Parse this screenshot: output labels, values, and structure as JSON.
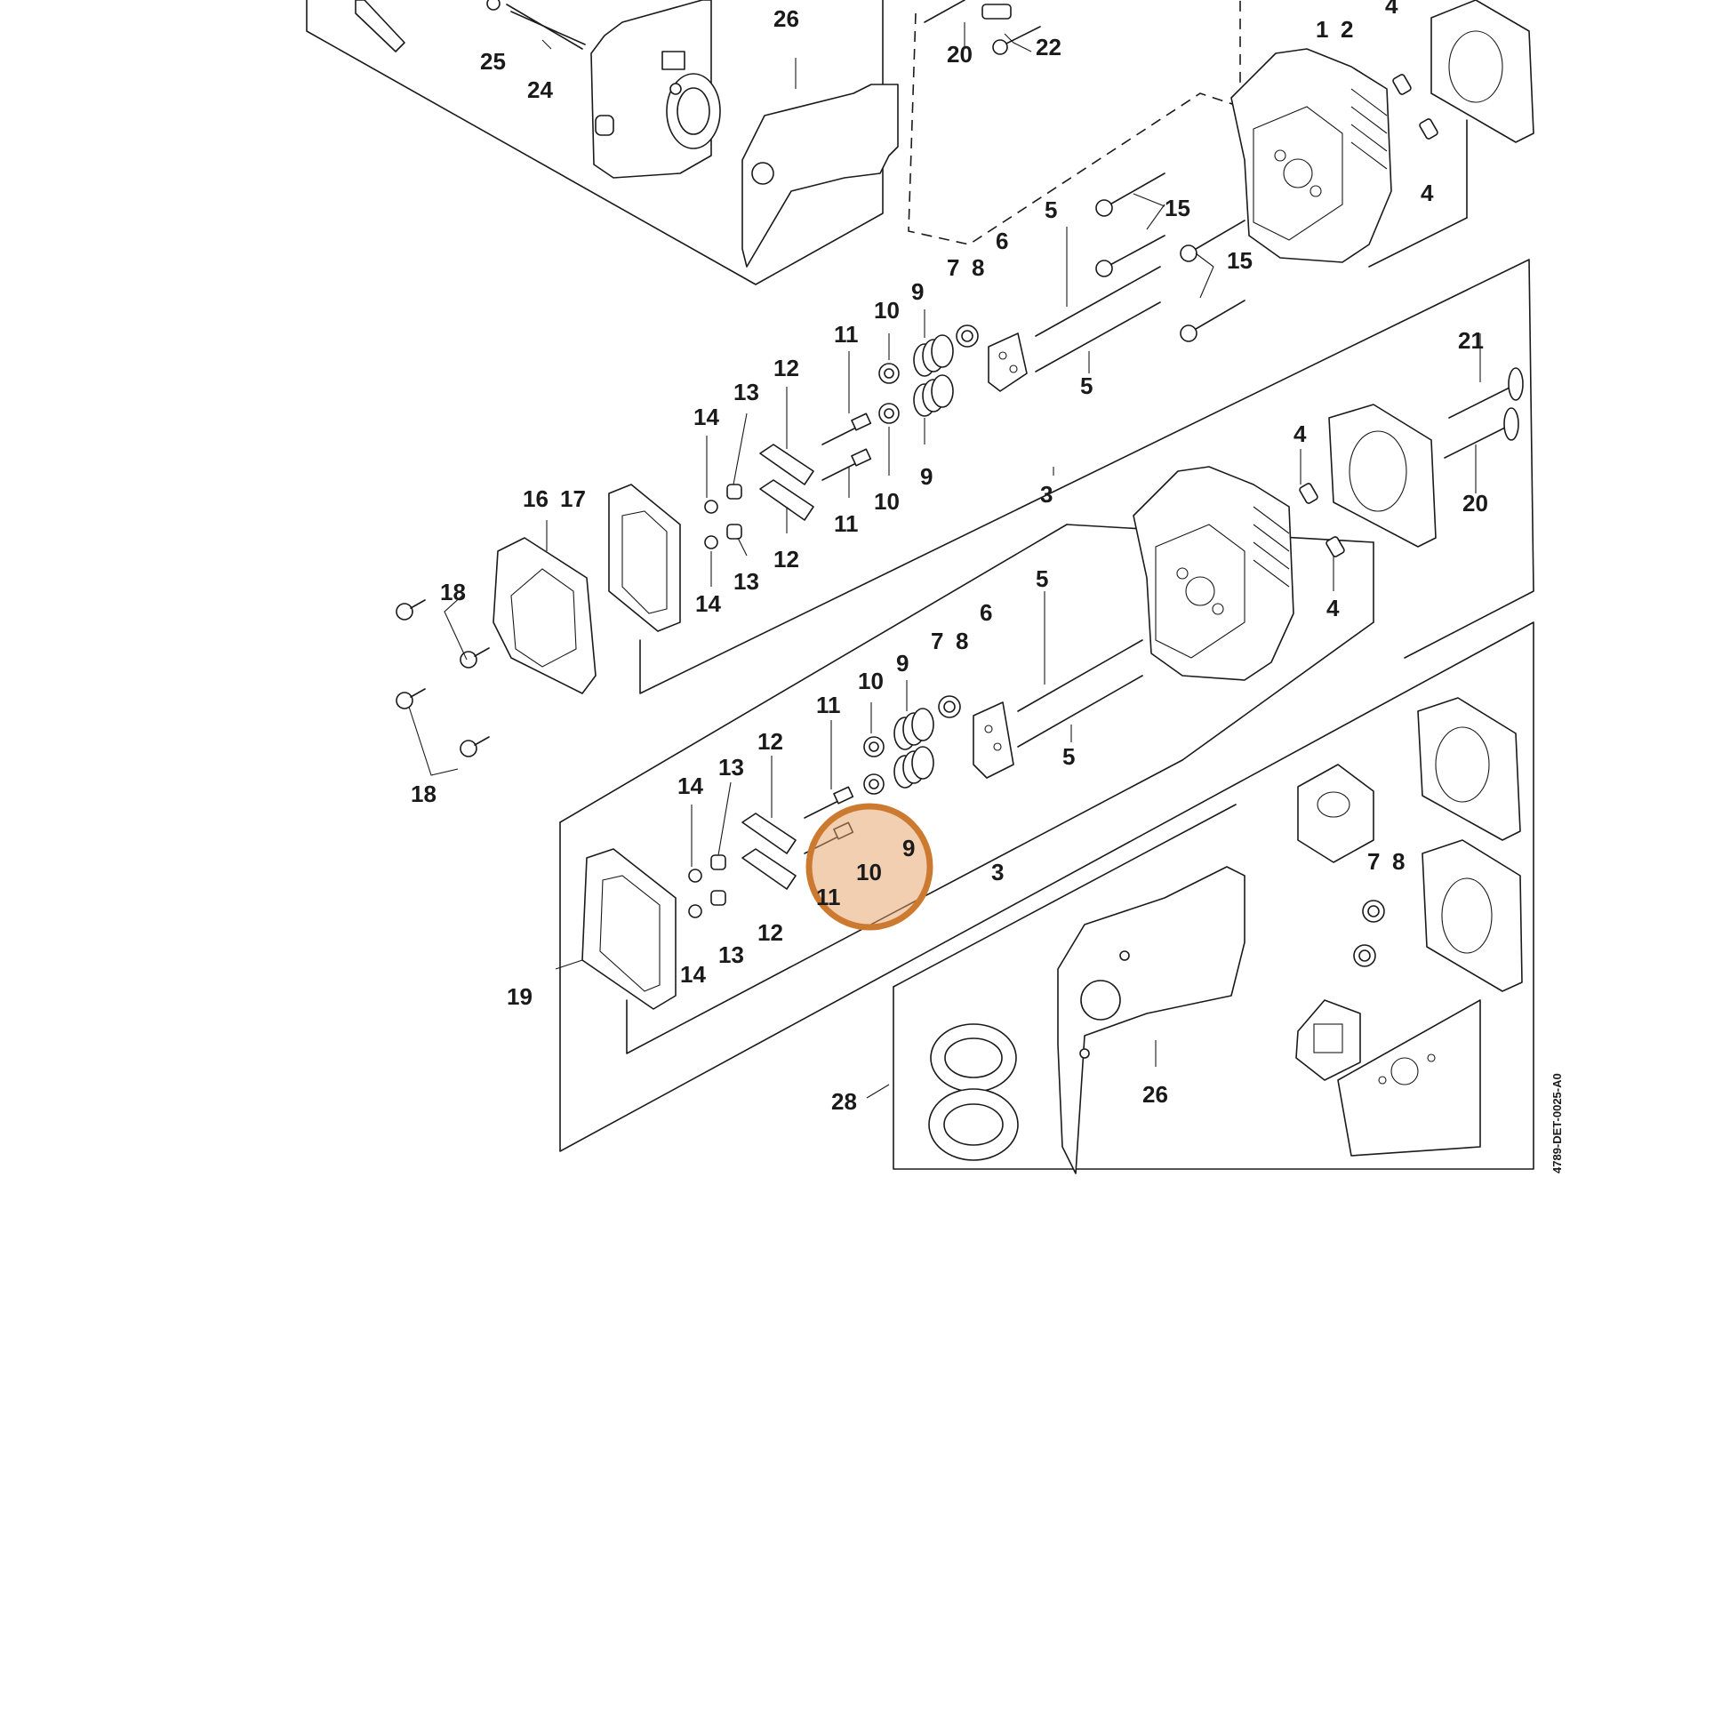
{
  "diagram": {
    "drawing_code": "4789-DET-0025-A0",
    "highlight": {
      "marked_items": [
        "9",
        "10",
        "11"
      ],
      "color": "#cc7a30"
    },
    "labels": {
      "l1": "1",
      "l2": "2",
      "l3a": "3",
      "l3b": "3",
      "l4a": "4",
      "l4b": "4",
      "l4c": "4",
      "l4d": "4",
      "l5a": "5",
      "l5b": "5",
      "l5c": "5",
      "l5d": "5",
      "l6a": "6",
      "l6b": "6",
      "l78a": "7",
      "l78a2": "8",
      "l78b": "7",
      "l78b2": "8",
      "l78c": "7",
      "l78c2": "8",
      "l9a": "9",
      "l9b": "9",
      "l9c": "9",
      "l9d": "9",
      "l10a": "10",
      "l10b": "10",
      "l10c": "10",
      "l10d": "10",
      "l11a": "11",
      "l11b": "11",
      "l11c": "11",
      "l11d": "11",
      "l12a": "12",
      "l12b": "12",
      "l12c": "12",
      "l12d": "12",
      "l13a": "13",
      "l13b": "13",
      "l13c": "13",
      "l13d": "13",
      "l14a": "14",
      "l14b": "14",
      "l14c": "14",
      "l14d": "14",
      "l15a": "15",
      "l15b": "15",
      "l1617": "16",
      "l1617b": "17",
      "l18a": "18",
      "l18b": "18",
      "l19": "19",
      "l20a": "20",
      "l20b": "20",
      "l21": "21",
      "l22": "22",
      "l24": "24",
      "l25": "25",
      "l26a": "26",
      "l26b": "26",
      "l28": "28"
    }
  }
}
